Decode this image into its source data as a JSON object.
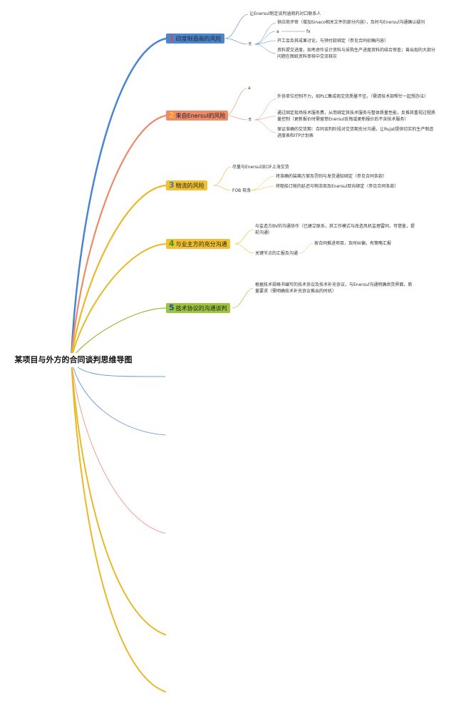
{
  "root": "某项目与外方的合同谈判思维导图",
  "colors": {
    "blue": "#4a86cf",
    "orange": "#ec8a6a",
    "yellow": "#e8b92a",
    "green": "#9dba3a",
    "t1_bg": "#4a86cf",
    "t1_num": "#e8413c",
    "t2_bg": "#ec8a6a",
    "t2_num": "#f5c518",
    "t3_bg": "#f2c131",
    "t3_num": "#3a7dbf",
    "t4_bg": "#f2c131",
    "t4_num": "#3f8f2a",
    "t5_bg": "#9cc43c",
    "t5_num": "#1a4f9f"
  },
  "topics": [
    {
      "num": "1",
      "label": "印度制造商的风险",
      "children": {
        "contact": "让Enersul制定谈判涵商的对口联系人",
        "a": "a",
        "fx": "fx",
        "fl": "fl",
        "items": [
          "供应商评审（增加Sinaco相关文件的部分内容），及时与Enersul沟通确认疑问",
          "开工会及其成果讨论，与预付款绑定（参见合同初稿内容）",
          "资料提交进度，如考虑作设计资料与采购生产进度资料的结合审查；曾出现的大部分问题在图纸资料审核中交流核实"
        ]
      }
    },
    {
      "num": "2",
      "label": "来自Enersul的风险",
      "children": {
        "a": "a",
        "fl": "fl",
        "items": [
          "外协单位控制不力，如PLC集成商交货质量不佳，（需请技术部帮忙一起想办法）",
          "通过固定现场技术服务费，从而绑定其技术服务与整体质量性能，反推其重视过程质量控制（更新报价时需留意Enersul反悔或更新报价后不含技术服务）",
          "保证准确的交货期：合同谈判阶段对交货期充分沟通，让Rujat提供切实的生产制造进度表和ITP计划表"
        ]
      }
    },
    {
      "num": "3",
      "label": "物流的风险",
      "children": {
        "cif": "尽量与Enersul谈CIF上海交货",
        "fob": "FOB 软条",
        "items": [
          "将准确的装箱方案及罚则与发货通知绑定（参见合同条款）",
          "将租船订舱的延迟与物流商及Enersul双向绑定（参见合同条款）"
        ]
      }
    },
    {
      "num": "4",
      "label": "与业主方的充分沟通",
      "children": {
        "bv": "与监造方BV的沟通协作（已建立联系，其工作模式与改造风机监理雷同，可借鉴，提前沟通）",
        "key": "关键节点的汇报及沟通",
        "sub": "按合同推进项目，及时纠偏，有策略汇报"
      }
    },
    {
      "num": "5",
      "label": "技术协议的沟通谈判",
      "children": {
        "tech": "根据技术规格书编写的技术协议及技术补充协议，与Enersul沟通明确供货界面，质量要求（需明确技术补充协议推出的时机）"
      }
    }
  ]
}
